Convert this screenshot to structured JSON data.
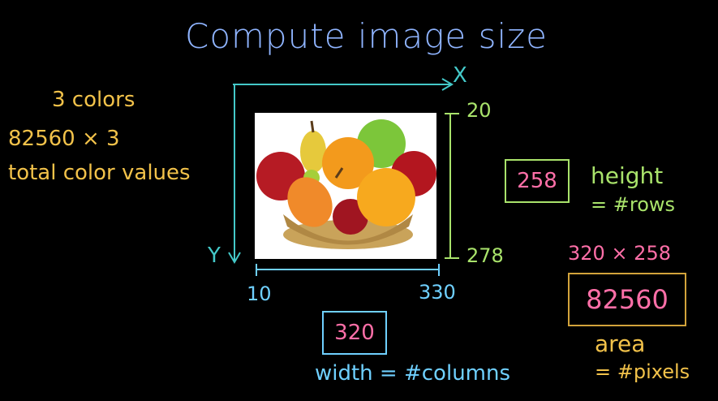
{
  "title": "Compute image size",
  "colors": {
    "blue": "#8fb4ff",
    "yellow": "#f2c24a",
    "green": "#a9e36b",
    "pink": "#ff6fa8",
    "cyan": "#6fd0ff",
    "teal": "#44c9c9",
    "box_gold": "#d2a33b"
  },
  "left_notes": {
    "line1": "3 colors",
    "line2": "82560 × 3",
    "line3": "total color values"
  },
  "axes": {
    "x_label": "X",
    "y_label": "Y",
    "x_start": "10",
    "x_end": "330",
    "y_start": "20",
    "y_end": "278"
  },
  "height_box": {
    "value": "258",
    "label1": "height",
    "label2": "= #rows"
  },
  "width_box": {
    "value": "320",
    "label": "width = #columns"
  },
  "area": {
    "formula": "320 × 258",
    "value": "82560",
    "label1": "area",
    "label2": "= #pixels"
  },
  "photo": {
    "icon": "fruit-basket-photo"
  }
}
